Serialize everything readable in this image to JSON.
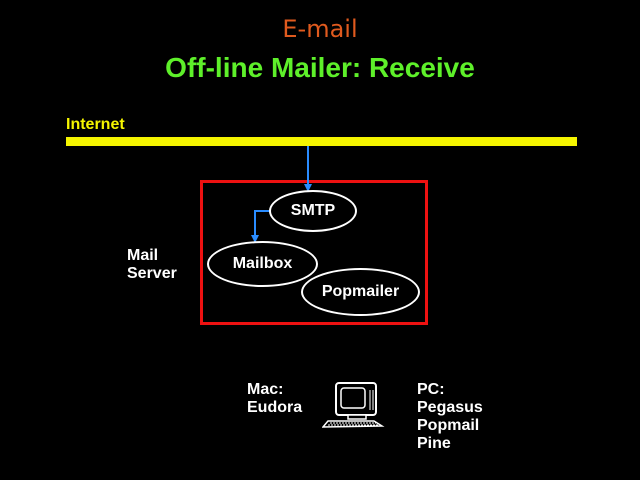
{
  "titles": {
    "top": "E-mail",
    "main": "Off-line Mailer:  Receive"
  },
  "network": {
    "label": "Internet"
  },
  "server": {
    "label_lines": [
      "Mail",
      "Server"
    ],
    "nodes": {
      "smtp": "SMTP",
      "mailbox": "Mailbox",
      "popmailer": "Popmailer"
    }
  },
  "clients": {
    "mac_lines": [
      "Mac:",
      "Eudora"
    ],
    "pc_lines": [
      "PC:",
      "Pegasus",
      "Popmail",
      "Pine"
    ],
    "icon": "computer-icon"
  },
  "colors": {
    "background": "#000000",
    "title_top": "#e05a1e",
    "title_main": "#5ef02a",
    "internet": "#f5f500",
    "server_box": "#ee1111",
    "arrows": "#2a8cff",
    "text": "#ffffff"
  }
}
